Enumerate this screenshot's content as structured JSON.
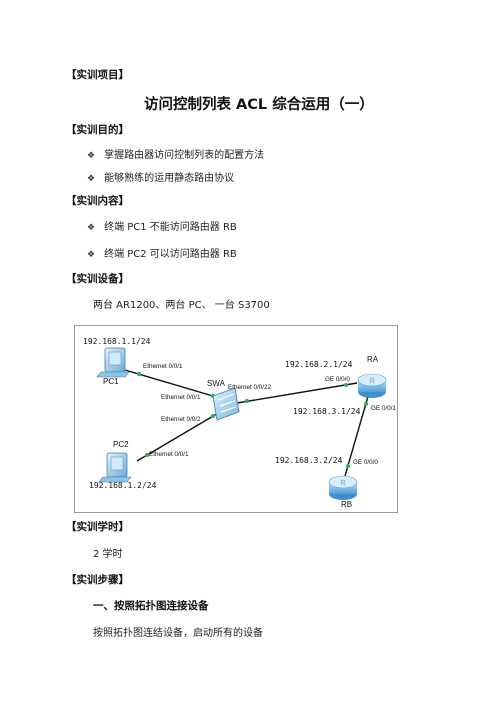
{
  "sections": {
    "project_heading": "【实训项目】",
    "title": "访问控制列表 ACL 综合运用（一）",
    "purpose_heading": "【实训目的】",
    "purpose_items": [
      "掌握路由器访问控制列表的配置方法",
      "能够熟练的运用静态路由协议"
    ],
    "content_heading": "【实训内容】",
    "content_items": [
      "终端 PC1 不能访问路由器 RB",
      "终端 PC2 可以访问路由器 RB"
    ],
    "equipment_heading": "【实训设备】",
    "equipment_text": "两台 AR1200、两台 PC、 一台 S3700",
    "hours_heading": "【实训学时】",
    "hours_text": "2 学时",
    "steps_heading": "【实训步骤】",
    "step1_title": "一、按照拓扑图连接设备",
    "step1_text": "按照拓扑图连结设备，启动所有的设备"
  },
  "bullet_symbol": "❖",
  "topology": {
    "devices": {
      "pc1": "PC1",
      "pc2": "PC2",
      "swa": "SWA",
      "ra": "RA",
      "rb": "RB"
    },
    "addresses": {
      "pc1_ip": "192.168.1.1/24",
      "pc2_ip": "192.168.1.2/24",
      "ra_g000_ip": "192.168.2.1/24",
      "ra_g001_ip": "192.168.3.1/24",
      "rb_ip": "192.168.3.2/24"
    },
    "ports": {
      "pc1_eth": "Ethernet 0/0/1",
      "swa_eth1": "Ethernet 0/0/1",
      "swa_eth2": "Ethernet 0/0/2",
      "pc2_eth": "Ethernet 0/0/1",
      "swa_eth22": "Ethernet 0/0/22",
      "ra_ge000": "GE 0/0/0",
      "ra_ge001": "GE 0/0/1",
      "rb_ge000": "GE 0/0/0"
    }
  }
}
